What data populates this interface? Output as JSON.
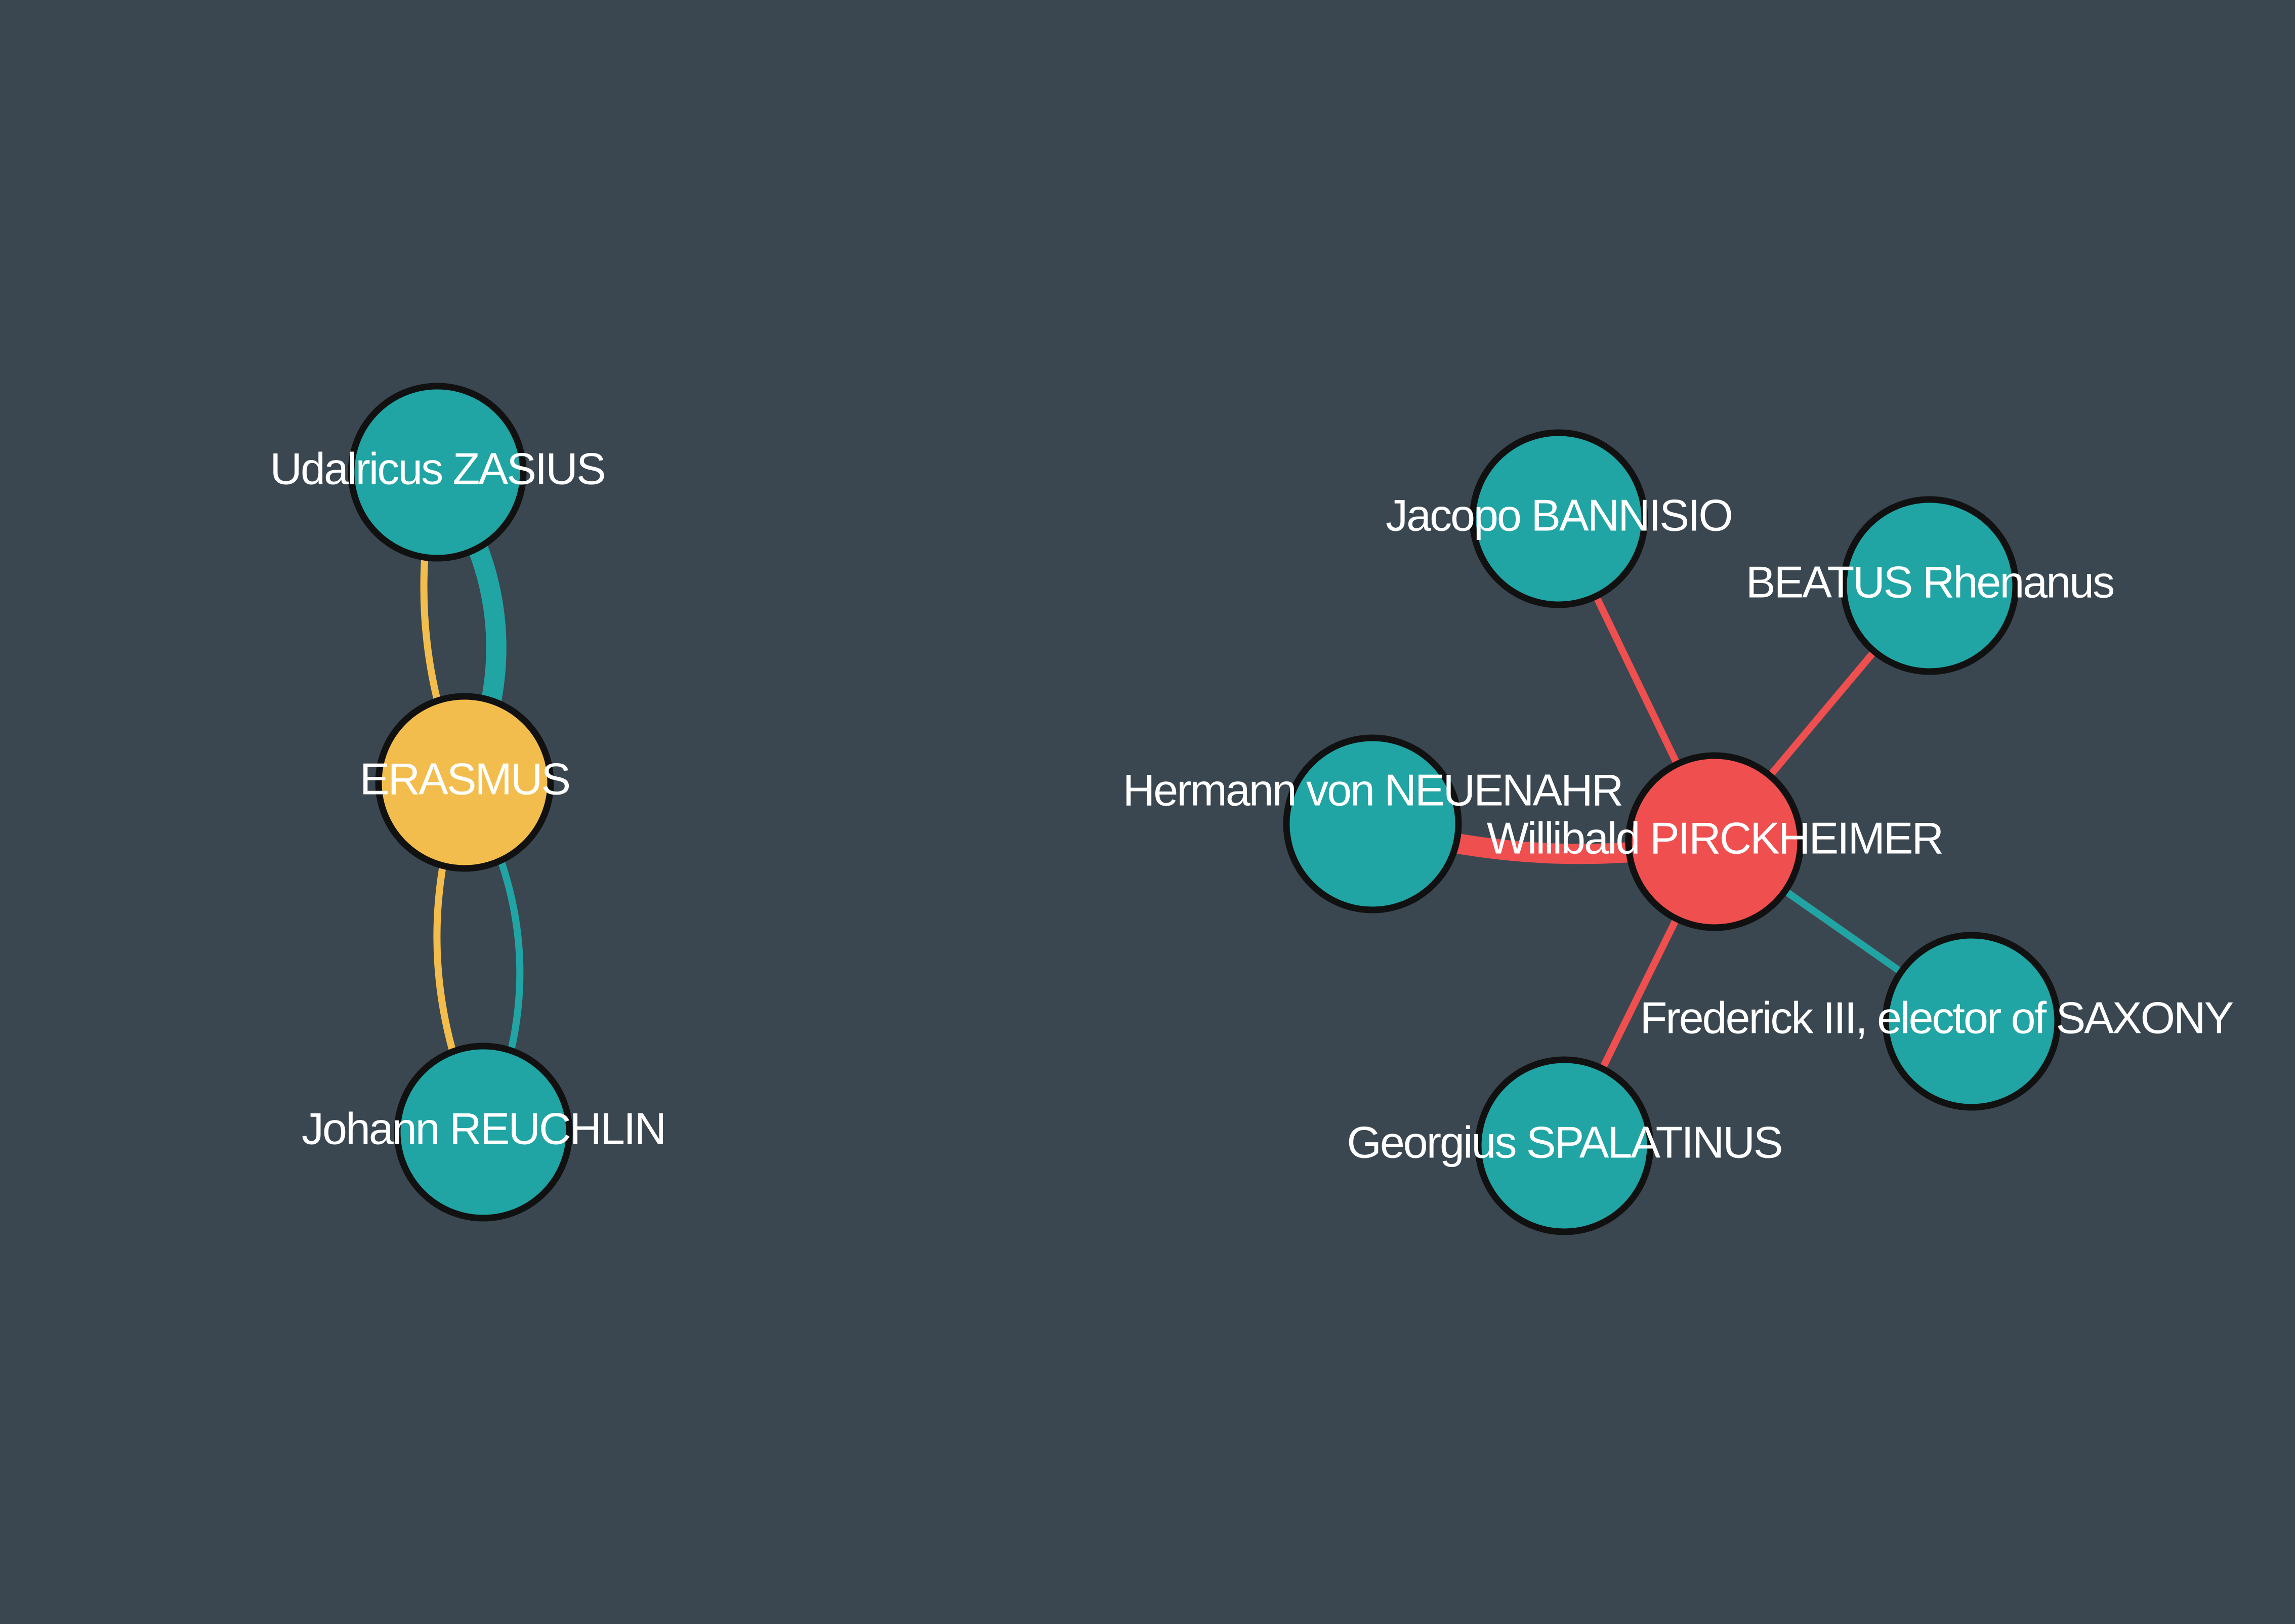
{
  "colors": {
    "background": "#3a4750",
    "teal": "#20a4a4",
    "yellow": "#f2bd4d",
    "red": "#ef4f4f",
    "outline": "#111111",
    "label": "#ffffff"
  },
  "nodes": [
    {
      "id": "erasmus",
      "label": "ERASMUS",
      "color": "yellow"
    },
    {
      "id": "zasius",
      "label": "Udalricus ZASIUS",
      "color": "teal"
    },
    {
      "id": "reuchlin",
      "label": "Johann REUCHLIN",
      "color": "teal"
    },
    {
      "id": "pirckheimer",
      "label": "Willibald PIRCKHEIMER",
      "color": "red"
    },
    {
      "id": "bannisio",
      "label": "Jacopo BANNISIO",
      "color": "teal"
    },
    {
      "id": "beatus",
      "label": "BEATUS Rhenanus",
      "color": "teal"
    },
    {
      "id": "neuenahr",
      "label": "Hermann von NEUENAHR",
      "color": "teal"
    },
    {
      "id": "frederick",
      "label": "Frederick III, elector of SAXONY",
      "color": "teal"
    },
    {
      "id": "spalatinus",
      "label": "Georgius SPALATINUS",
      "color": "teal"
    }
  ],
  "edges": [
    {
      "source": "zasius",
      "target": "erasmus",
      "color": "yellow",
      "weight": 1
    },
    {
      "source": "zasius",
      "target": "erasmus",
      "color": "teal",
      "weight": 3
    },
    {
      "source": "reuchlin",
      "target": "erasmus",
      "color": "teal",
      "weight": 1
    },
    {
      "source": "reuchlin",
      "target": "erasmus",
      "color": "yellow",
      "weight": 1
    },
    {
      "source": "bannisio",
      "target": "pirckheimer",
      "color": "red",
      "weight": 1
    },
    {
      "source": "beatus",
      "target": "pirckheimer",
      "color": "red",
      "weight": 1
    },
    {
      "source": "neuenahr",
      "target": "pirckheimer",
      "color": "red",
      "weight": 3
    },
    {
      "source": "frederick",
      "target": "pirckheimer",
      "color": "red",
      "weight": 1
    },
    {
      "source": "frederick",
      "target": "pirckheimer",
      "color": "teal",
      "weight": 1
    },
    {
      "source": "spalatinus",
      "target": "pirckheimer",
      "color": "red",
      "weight": 1
    }
  ]
}
